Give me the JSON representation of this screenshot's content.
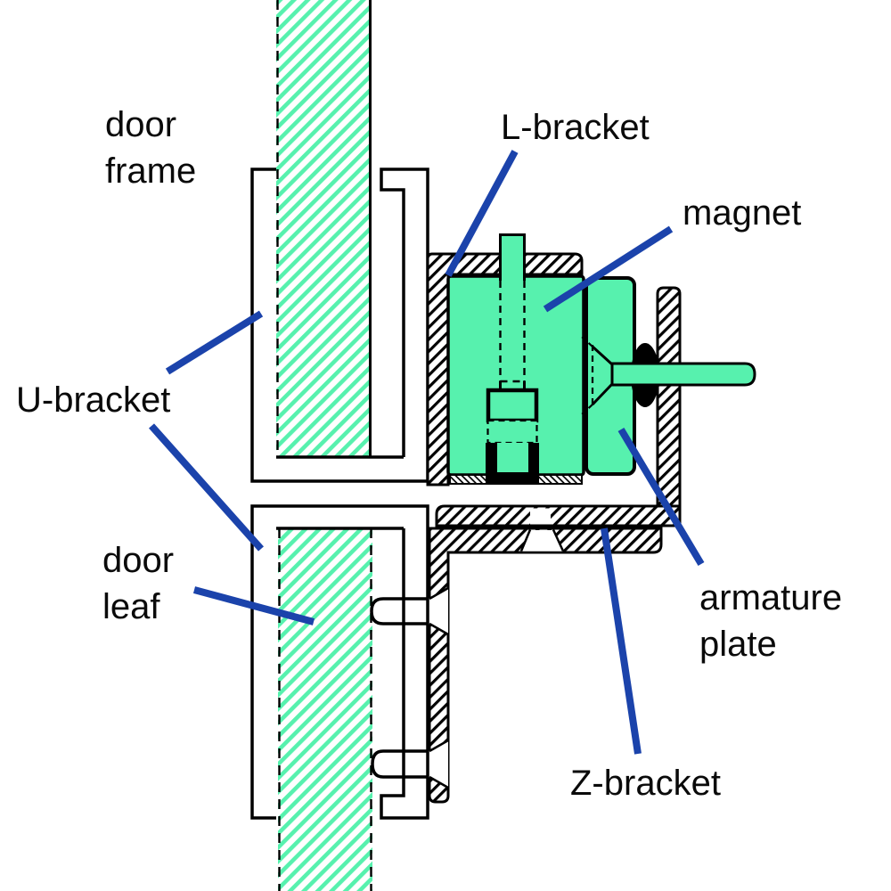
{
  "diagram": {
    "labels": {
      "door_frame": {
        "line1": "door",
        "line2": "frame"
      },
      "u_bracket": {
        "text": "U-bracket"
      },
      "l_bracket": {
        "text": "L-bracket"
      },
      "magnet": {
        "text": "magnet"
      },
      "door_leaf": {
        "line1": "door",
        "line2": "leaf"
      },
      "armature_plate": {
        "line1": "armature",
        "line2": "plate"
      },
      "z_bracket": {
        "text": "Z-bracket"
      }
    },
    "colors": {
      "part_green": "#57f1ae",
      "leader_blue": "#1b43ab",
      "outline_black": "#000000",
      "background": "#ffffff"
    }
  }
}
